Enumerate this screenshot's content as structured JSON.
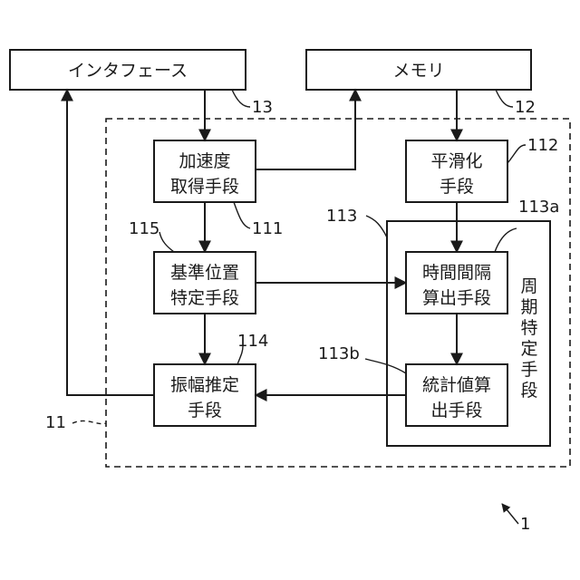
{
  "blocks": {
    "interface": "インタフェース",
    "memory": "メモリ",
    "accel_acq": [
      "加速度",
      "取得手段"
    ],
    "smoothing": [
      "平滑化",
      "手段"
    ],
    "base_pos": [
      "基準位置",
      "特定手段"
    ],
    "time_interval": [
      "時間間隔",
      "算出手段"
    ],
    "amplitude": [
      "振幅推定",
      "手段"
    ],
    "statistic": [
      "統計値算",
      "出手段"
    ],
    "period_group": [
      "周",
      "期",
      "特",
      "定",
      "手",
      "段"
    ]
  },
  "refs": {
    "r13": "13",
    "r12": "12",
    "r112": "112",
    "r111": "111",
    "r113": "113",
    "r113a": "113a",
    "r115": "115",
    "r114": "114",
    "r113b": "113b",
    "r11": "11",
    "r1": "1"
  }
}
